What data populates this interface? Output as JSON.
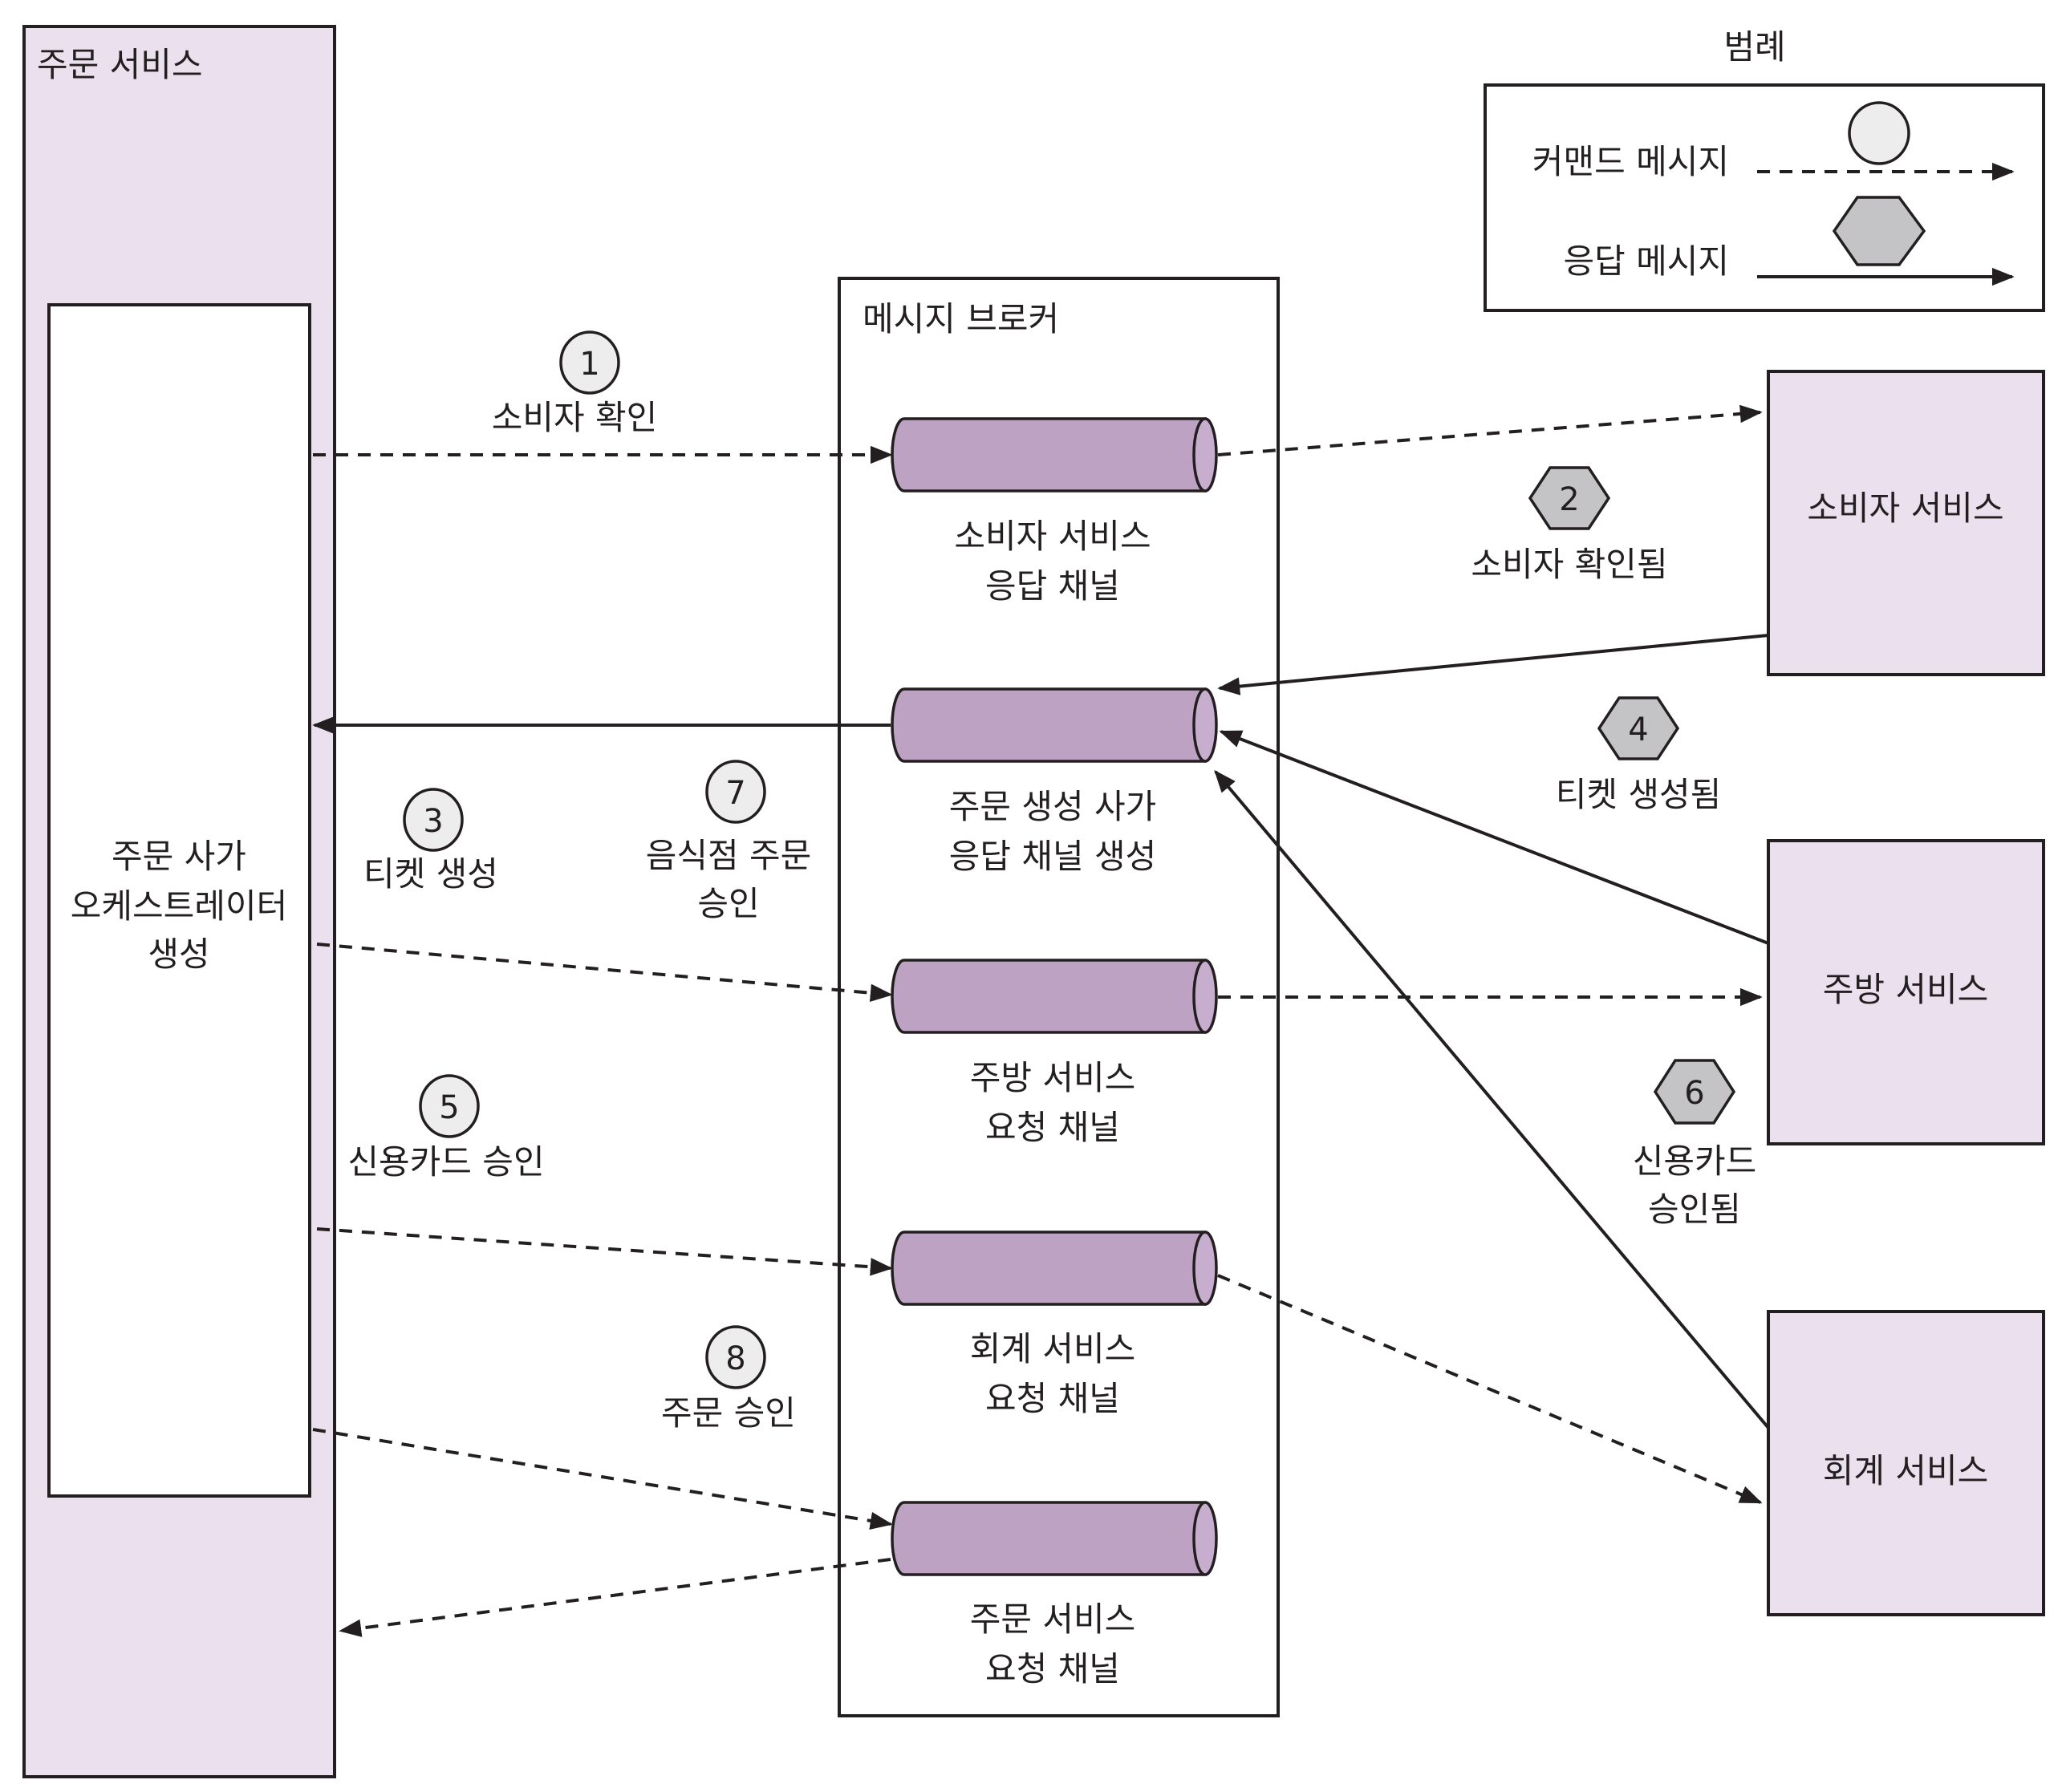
{
  "legend": {
    "title": "범례",
    "command_label": "커맨드 메시지",
    "reply_label": "응답 메시지"
  },
  "order_service": {
    "title": "주문 서비스",
    "saga_lines": [
      "주문 사가",
      "오케스트레이터",
      "생성"
    ]
  },
  "broker": {
    "title": "메시지 브로커",
    "channels": [
      {
        "lines": [
          "소비자 서비스",
          "응답 채널"
        ]
      },
      {
        "lines": [
          "주문 생성 사가",
          "응답 채널 생성"
        ]
      },
      {
        "lines": [
          "주방 서비스",
          "요청 채널"
        ]
      },
      {
        "lines": [
          "회계 서비스",
          "요청 채널"
        ]
      },
      {
        "lines": [
          "주문 서비스",
          "요청 채널"
        ]
      }
    ]
  },
  "services": {
    "consumer": "소비자 서비스",
    "kitchen": "주방 서비스",
    "accounting": "회계 서비스"
  },
  "messages": {
    "m1": {
      "num": "1",
      "kind": "command",
      "lines": [
        "소비자 확인"
      ]
    },
    "m2": {
      "num": "2",
      "kind": "reply",
      "lines": [
        "소비자 확인됨"
      ]
    },
    "m3": {
      "num": "3",
      "kind": "command",
      "lines": [
        "티켓 생성"
      ]
    },
    "m4": {
      "num": "4",
      "kind": "reply",
      "lines": [
        "티켓 생성됨"
      ]
    },
    "m5": {
      "num": "5",
      "kind": "command",
      "lines": [
        "신용카드 승인"
      ]
    },
    "m6": {
      "num": "6",
      "kind": "reply",
      "lines": [
        "신용카드",
        "승인됨"
      ]
    },
    "m7": {
      "num": "7",
      "kind": "command",
      "lines": [
        "음식점 주문",
        "승인"
      ]
    },
    "m8": {
      "num": "8",
      "kind": "command",
      "lines": [
        "주문 승인"
      ]
    }
  }
}
